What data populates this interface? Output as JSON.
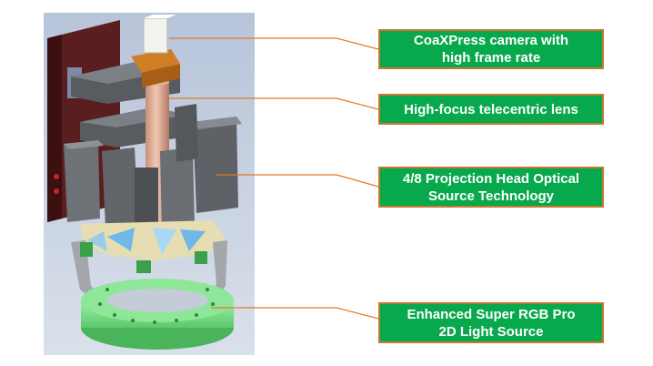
{
  "colors": {
    "callout_fill": "#08a84c",
    "callout_border": "#c9782f",
    "callout_text": "#ffffff",
    "leader_line": "#e07b28",
    "render_background": "#bcc8dc"
  },
  "callouts": [
    {
      "label": "CoaXPress camera with\nhigh frame rate"
    },
    {
      "label": "High-focus telecentric lens"
    },
    {
      "label": "4/8 Projection Head Optical\nSource Technology"
    },
    {
      "label": "Enhanced Super RGB Pro\n2D Light Source"
    }
  ]
}
